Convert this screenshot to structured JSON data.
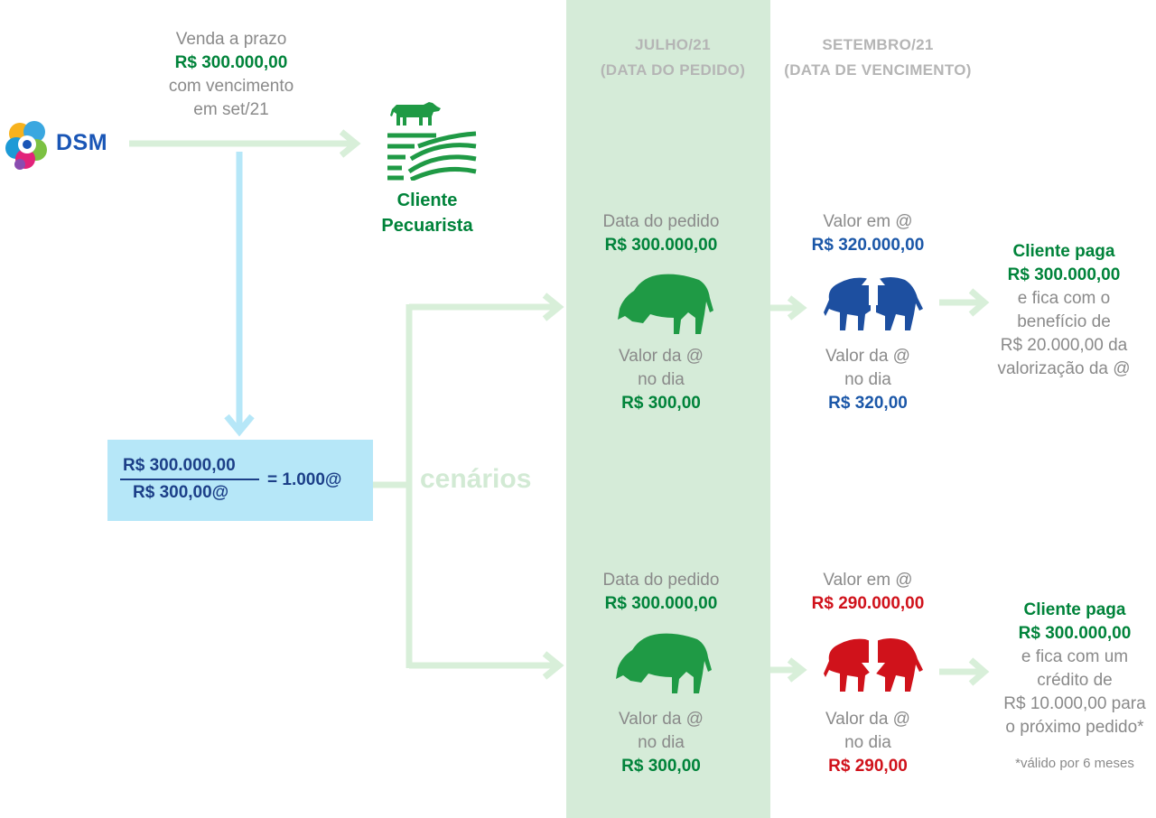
{
  "company": {
    "name": "DSM"
  },
  "sale": {
    "line1": "Venda a prazo",
    "amount": "R$ 300.000,00",
    "line3": "com vencimento",
    "line4": "em set/21"
  },
  "client": {
    "line1": "Cliente",
    "line2": "Pecuarista"
  },
  "equation": {
    "numerator": "R$ 300.000,00",
    "denominator": "R$ 300,00@",
    "result": "= 1.000@"
  },
  "scenarios_label": "cenários",
  "columns": {
    "july": {
      "title": "JULHO/21",
      "subtitle": "(DATA DO PEDIDO)"
    },
    "september": {
      "title": "SETEMBRO/21",
      "subtitle": "(DATA DE VENCIMENTO)"
    }
  },
  "scenario_up": {
    "order_label": "Data do pedido",
    "order_amount": "R$ 300.000,00",
    "day_value_label1": "Valor da @",
    "day_value_label2": "no dia",
    "day_value": "R$ 300,00",
    "at_value_label": "Valor em @",
    "at_value_amount": "R$ 320.000,00",
    "sep_day_value_label1": "Valor da @",
    "sep_day_value_label2": "no dia",
    "sep_day_value": "R$ 320,00",
    "result_title": "Cliente paga",
    "result_amount": "R$ 300.000,00",
    "result_line1": "e fica com o",
    "result_line2": "benefício de",
    "result_line3": "R$ 20.000,00 da",
    "result_line4": "valorização da @"
  },
  "scenario_down": {
    "order_label": "Data do pedido",
    "order_amount": "R$ 300.000,00",
    "day_value_label1": "Valor da @",
    "day_value_label2": "no dia",
    "day_value": "R$ 300,00",
    "at_value_label": "Valor em @",
    "at_value_amount": "R$ 290.000,00",
    "sep_day_value_label1": "Valor da @",
    "sep_day_value_label2": "no dia",
    "sep_day_value": "R$ 290,00",
    "result_title": "Cliente paga",
    "result_amount": "R$ 300.000,00",
    "result_line1": "e fica com um",
    "result_line2": "crédito de",
    "result_line3": "R$ 10.000,00 para",
    "result_line4": "o próximo pedido*",
    "footnote": "*válido por 6 meses"
  },
  "icons": {
    "logo": "dsm-logo-icon",
    "farm": "cattle-farm-icon",
    "bull": "bull-icon",
    "up": "arrow-up-icon",
    "down": "arrow-down-icon"
  },
  "colors": {
    "green": "#00833a",
    "blue": "#1b57a8",
    "red": "#d0121b",
    "band": "#d5ebd8",
    "box": "#b6e7f8",
    "connector_green": "#d8efd9",
    "connector_blue": "#b6e7f8",
    "logo_blue": "#1a56b6"
  }
}
